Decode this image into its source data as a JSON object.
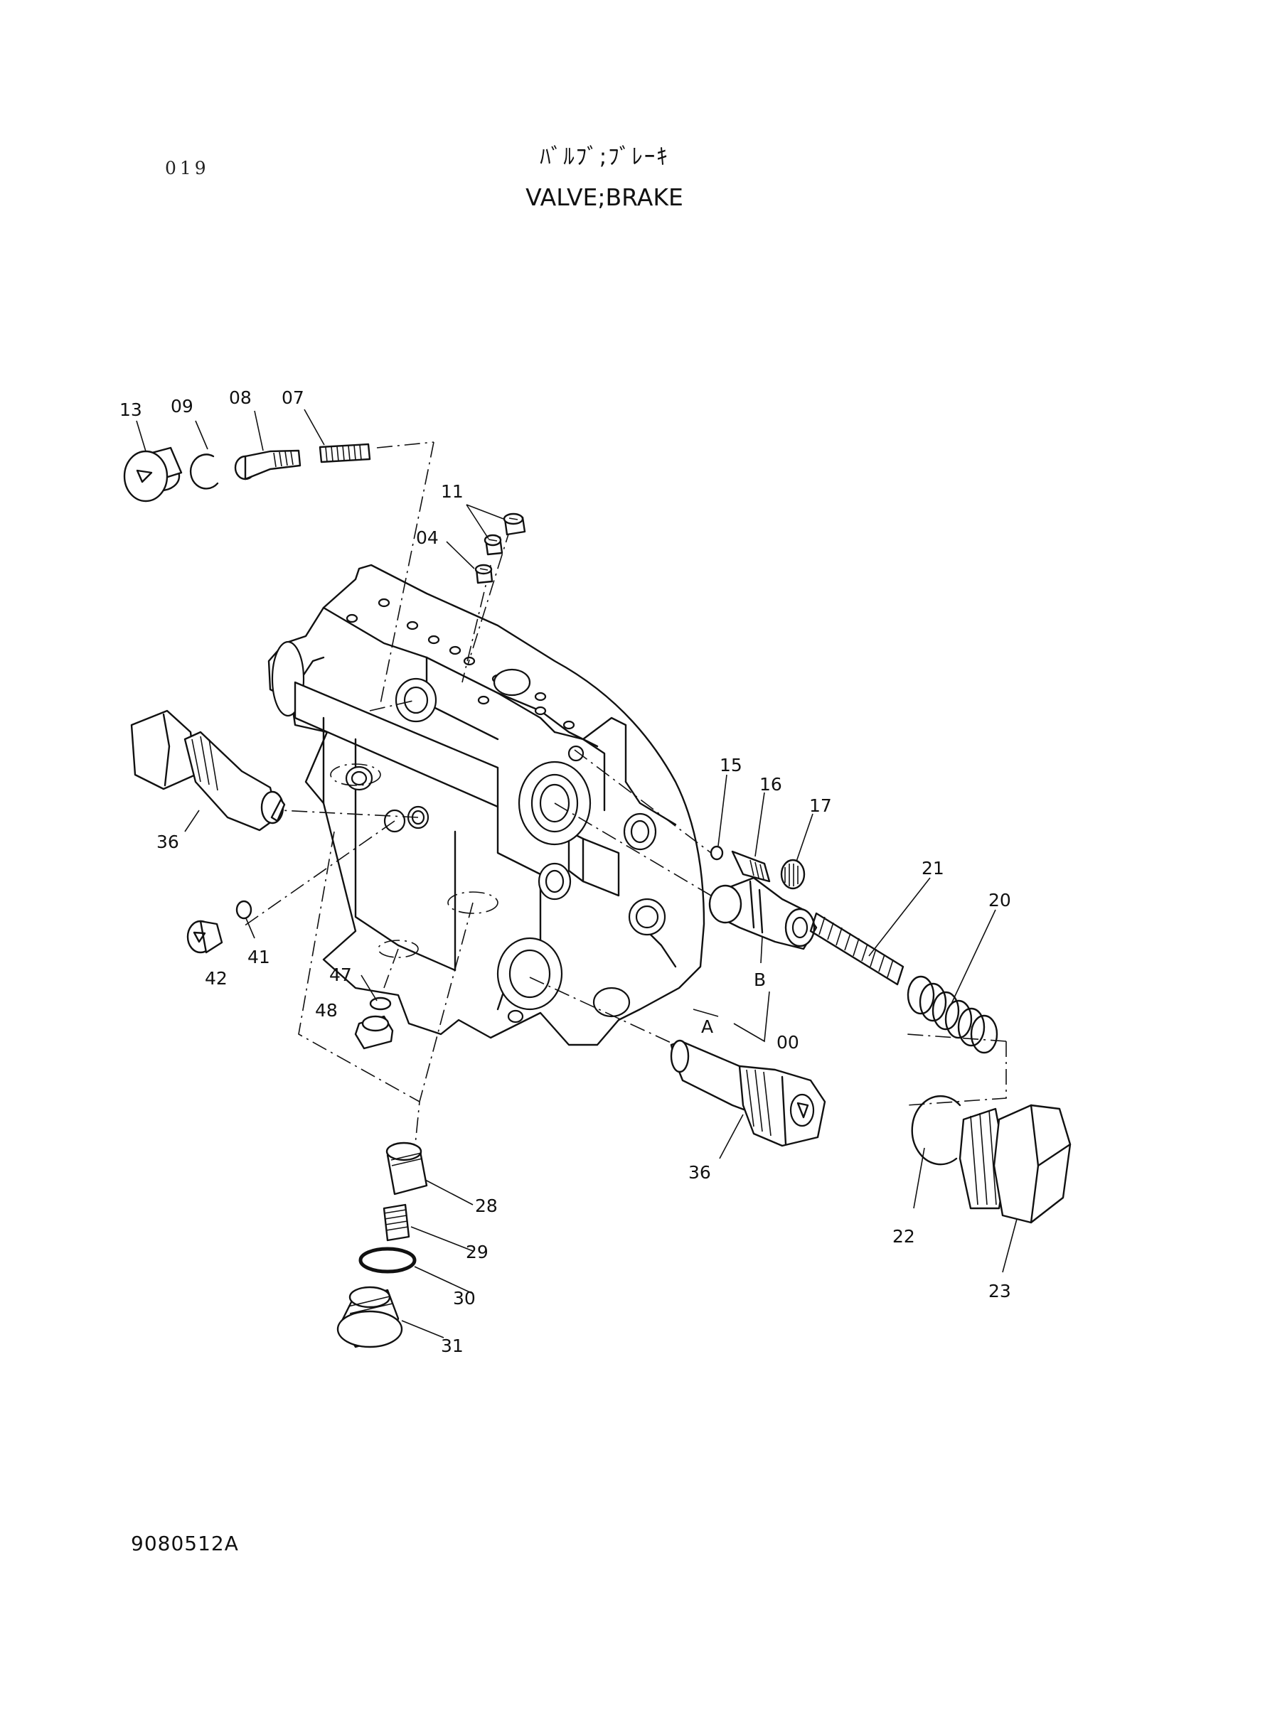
{
  "header": {
    "page_number": "019",
    "title_jp": "ﾊﾞﾙﾌﾞ;ﾌﾞﾚｰｷ",
    "title_en": "VALVE;BRAKE"
  },
  "footer": {
    "drawing_code": "9080512A"
  },
  "callouts": [
    {
      "id": "13",
      "label": "13"
    },
    {
      "id": "09",
      "label": "09"
    },
    {
      "id": "08",
      "label": "08"
    },
    {
      "id": "07",
      "label": "07"
    },
    {
      "id": "11",
      "label": "11"
    },
    {
      "id": "04",
      "label": "04"
    },
    {
      "id": "36a",
      "label": "36"
    },
    {
      "id": "42",
      "label": "42"
    },
    {
      "id": "41",
      "label": "41"
    },
    {
      "id": "47",
      "label": "47"
    },
    {
      "id": "48",
      "label": "48"
    },
    {
      "id": "15",
      "label": "15"
    },
    {
      "id": "16",
      "label": "16"
    },
    {
      "id": "17",
      "label": "17"
    },
    {
      "id": "21",
      "label": "21"
    },
    {
      "id": "20",
      "label": "20"
    },
    {
      "id": "B",
      "label": "B"
    },
    {
      "id": "A",
      "label": "A"
    },
    {
      "id": "00",
      "label": "00"
    },
    {
      "id": "36b",
      "label": "36"
    },
    {
      "id": "28",
      "label": "28"
    },
    {
      "id": "29",
      "label": "29"
    },
    {
      "id": "30",
      "label": "30"
    },
    {
      "id": "31",
      "label": "31"
    },
    {
      "id": "22",
      "label": "22"
    },
    {
      "id": "23",
      "label": "23"
    }
  ]
}
